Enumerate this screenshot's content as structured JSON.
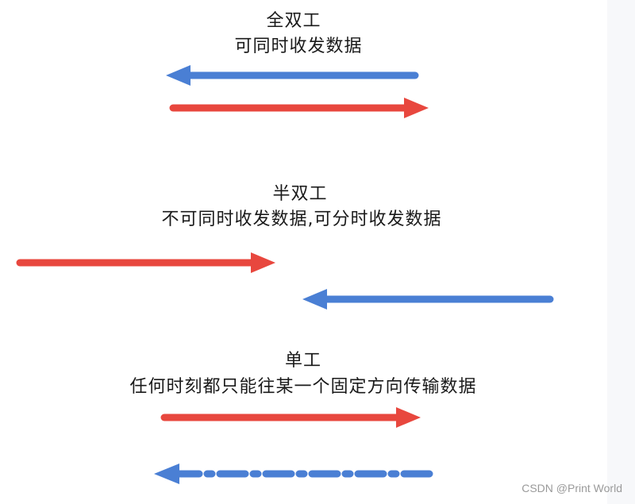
{
  "sections": {
    "full_duplex": {
      "title": "全双工",
      "subtitle": "可同时收发数据"
    },
    "half_duplex": {
      "title": "半双工",
      "subtitle": "不可同时收发数据,可分时收发数据"
    },
    "simplex": {
      "title": "单工",
      "subtitle": "任何时刻都只能往某一个固定方向传输数据"
    }
  },
  "colors": {
    "blue": "#4a7fd4",
    "red": "#e8473e"
  },
  "watermark": "CSDN @Print World"
}
